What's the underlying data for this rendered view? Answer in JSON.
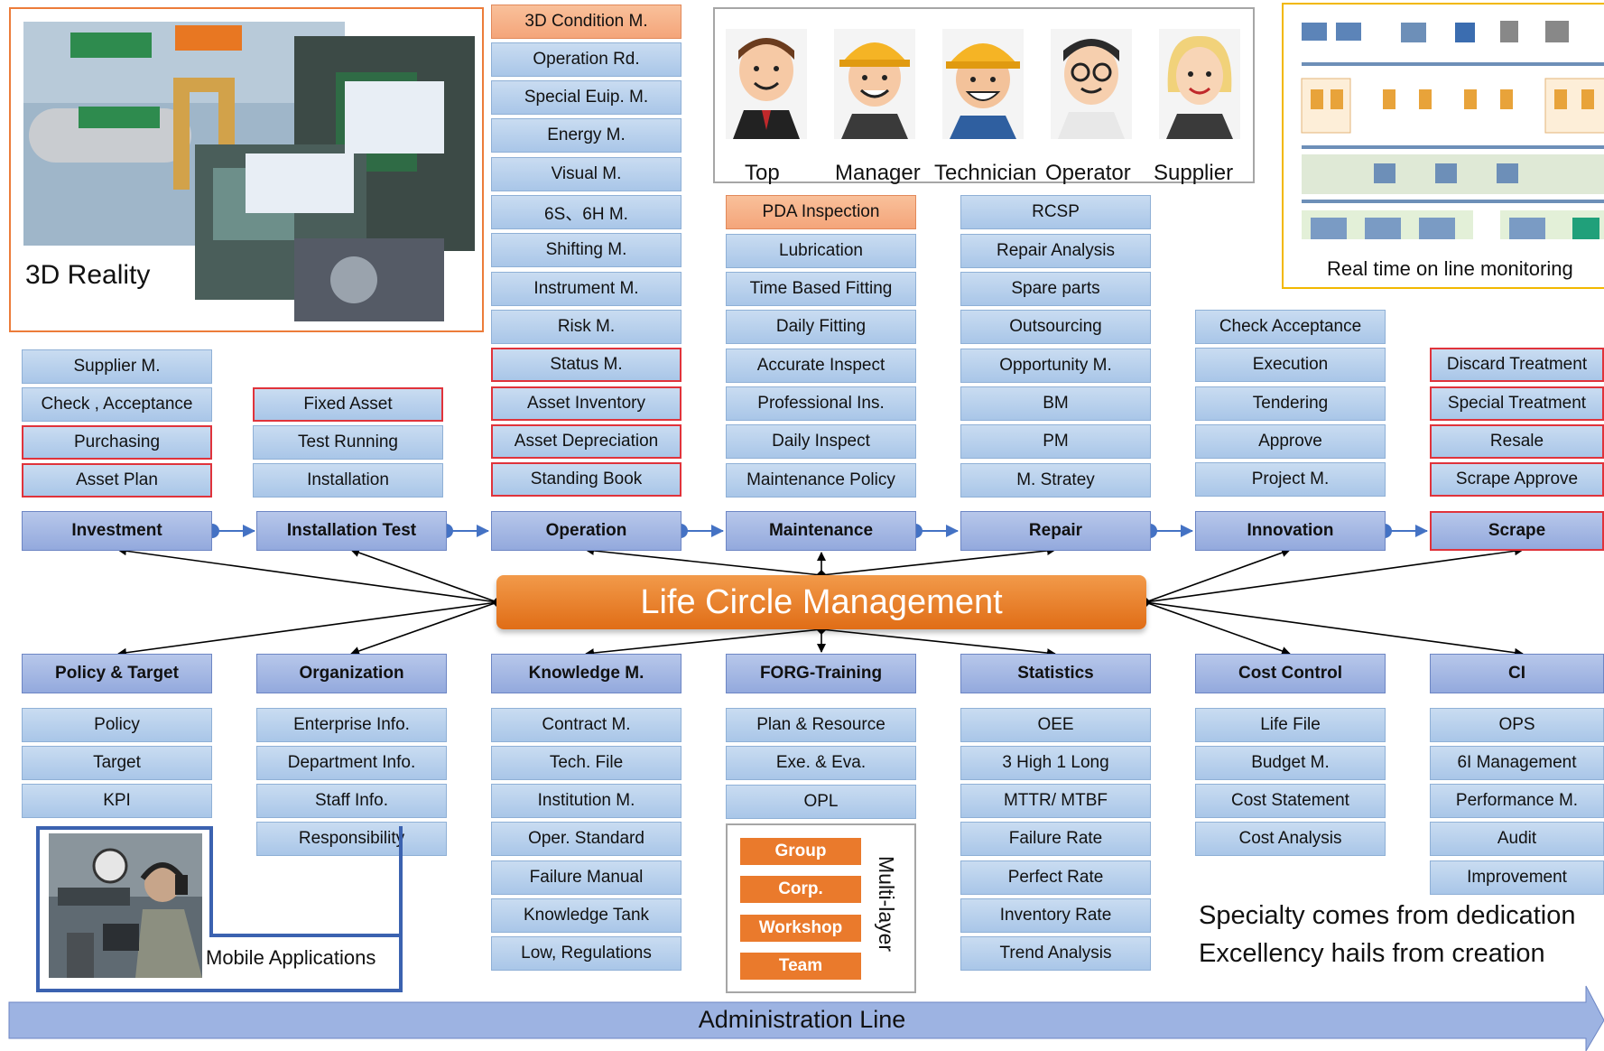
{
  "center_title": "Life Circle Management",
  "panels": {
    "reality": "3D Reality",
    "monitoring": "Real time on line monitoring",
    "mobile": "Mobile Applications",
    "multilayer": "Multi-layer"
  },
  "roles": [
    "Top",
    "Manager",
    "Technician",
    "Operator",
    "Supplier"
  ],
  "stages": [
    "Investment",
    "Installation Test",
    "Operation",
    "Maintenance",
    "Repair",
    "Innovation",
    "Scrape"
  ],
  "investment_items": [
    "Supplier M.",
    "Check , Acceptance",
    "Purchasing",
    "Asset Plan"
  ],
  "installation_items": [
    "Fixed Asset",
    "Test Running",
    "Installation"
  ],
  "operation_items": [
    "3D Condition M.",
    "Operation Rd.",
    "Special Euip. M.",
    "Energy M.",
    "Visual M.",
    "6S、6H M.",
    "Shifting M.",
    "Instrument M.",
    "Risk M.",
    "Status M.",
    "Asset Inventory",
    "Asset Depreciation",
    "Standing Book"
  ],
  "maintenance_items": [
    "PDA Inspection",
    "Lubrication",
    "Time Based Fitting",
    "Daily Fitting",
    "Accurate Inspect",
    "Professional Ins.",
    "Daily Inspect",
    "Maintenance Policy"
  ],
  "repair_items": [
    "RCSP",
    "Repair Analysis",
    "Spare parts",
    "Outsourcing",
    "Opportunity M.",
    "BM",
    "PM",
    "M. Stratey"
  ],
  "innovation_items": [
    "Check Acceptance",
    "Execution",
    "Tendering",
    "Approve",
    "Project M."
  ],
  "scrape_items": [
    "Discard Treatment",
    "Special Treatment",
    "Resale",
    "Scrape Approve"
  ],
  "support": [
    "Policy & Target",
    "Organization",
    "Knowledge M.",
    "FORG-Training",
    "Statistics",
    "Cost Control",
    "CI"
  ],
  "policy_items": [
    "Policy",
    "Target",
    "KPI"
  ],
  "organization_items": [
    "Enterprise Info.",
    "Department Info.",
    "Staff Info.",
    "Responsibility"
  ],
  "knowledge_items": [
    "Contract M.",
    "Tech. File",
    "Institution M.",
    "Oper. Standard",
    "Failure Manual",
    "Knowledge Tank",
    "Low, Regulations"
  ],
  "training_items": [
    "Plan & Resource",
    "Exe. & Eva.",
    "OPL"
  ],
  "layers": [
    "Group",
    "Corp.",
    "Workshop",
    "Team"
  ],
  "statistics_items": [
    "OEE",
    "3 High 1 Long",
    "MTTR/ MTBF",
    "Failure Rate",
    "Perfect Rate",
    "Inventory Rate",
    "Trend Analysis"
  ],
  "cost_items": [
    "Life File",
    "Budget M.",
    "Cost Statement",
    "Cost Analysis"
  ],
  "ci_items": [
    "OPS",
    "6I Management",
    "Performance M.",
    "Audit",
    "Improvement"
  ],
  "slogans": [
    "Specialty comes from dedication",
    "Excellency hails from creation"
  ],
  "admin_line": "Administration Line",
  "colors": {
    "accent_orange": "#e87722",
    "box_blue": "#b8d0ee",
    "header_blue": "#9fb2e2",
    "red_border": "#e0333b",
    "arrow_blue": "#4472c4"
  }
}
